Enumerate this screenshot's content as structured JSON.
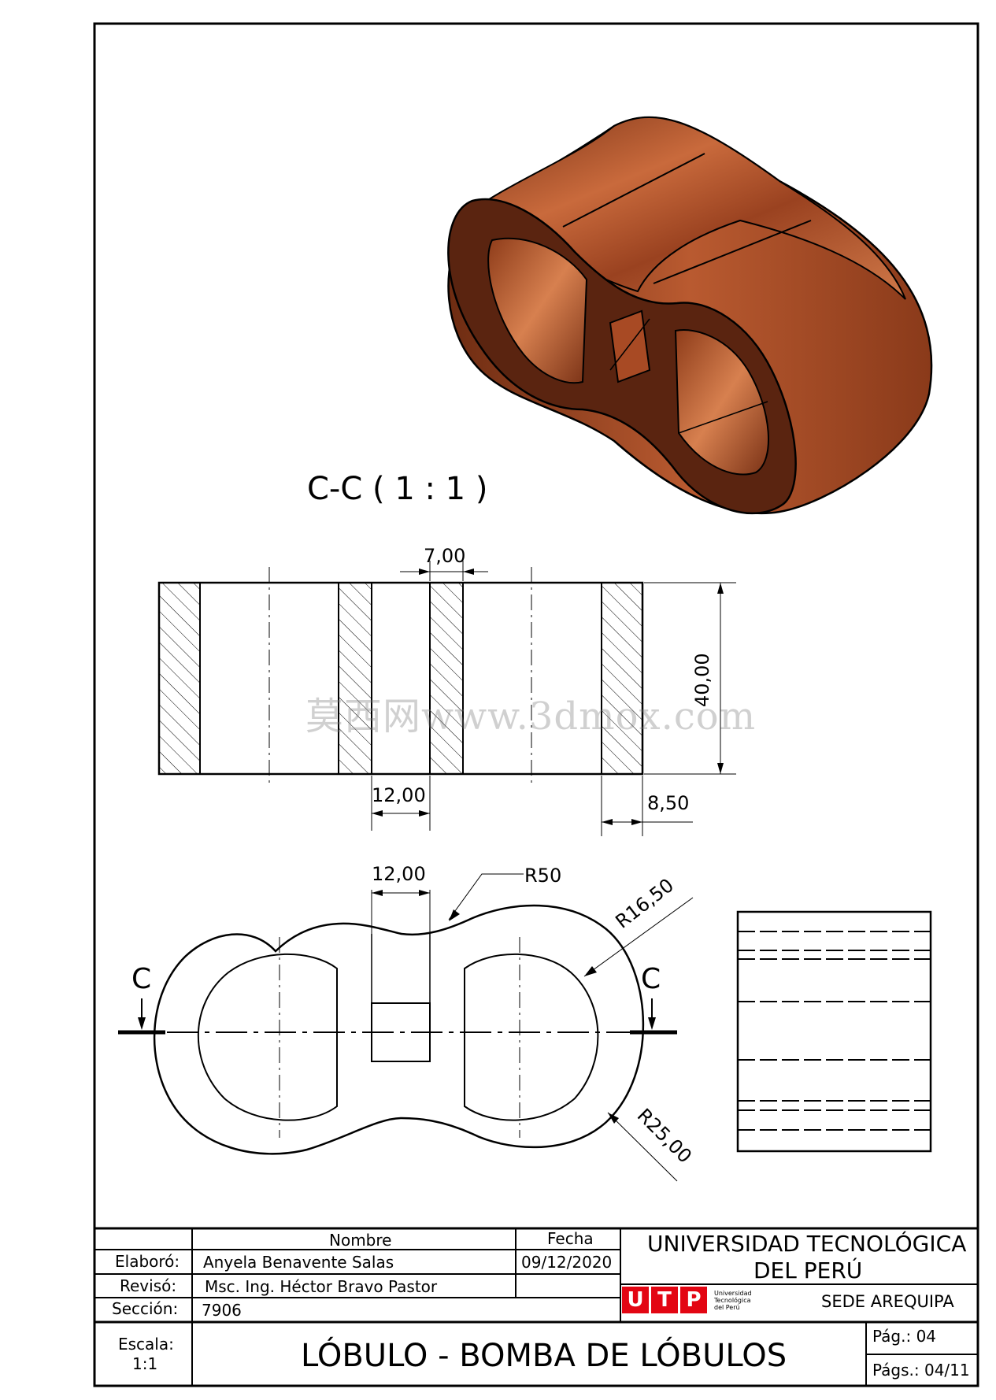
{
  "section_view": {
    "title": "C-C ( 1 : 1 )",
    "dims": {
      "d_7": "7,00",
      "d_40": "40,00",
      "d_12_top": "12,00",
      "d_8_50": "8,50"
    }
  },
  "front_view": {
    "dims": {
      "d_12": "12,00",
      "r_50": "R50",
      "r_16_50": "R16,50",
      "r_25": "R25,00"
    },
    "section_marks": {
      "left": "C",
      "right": "C"
    }
  },
  "watermark": "莫西网www.3dmox.com",
  "title_block": {
    "header_nombre": "Nombre",
    "header_fecha": "Fecha",
    "label_elaboro": "Elaboró:",
    "label_reviso": "Revisó:",
    "label_seccion": "Sección:",
    "elaboro_name": "Anyela Benavente Salas",
    "elaboro_date": "09/12/2020",
    "reviso_name": "Msc. Ing. Héctor Bravo Pastor",
    "seccion_value": "7906",
    "university_line1": "UNIVERSIDAD TECNOLÓGICA",
    "university_line2": "DEL PERÚ",
    "logo_letters": [
      "U",
      "T",
      "P"
    ],
    "logo_small_1": "Universidad",
    "logo_small_2": "Tecnológica",
    "logo_small_3": "del Perú",
    "sede": "SEDE AREQUIPA",
    "escala_label": "Escala:",
    "escala_value": "1:1",
    "drawing_title": "LÓBULO - BOMBA DE LÓBULOS",
    "pag": "Pág.: 04",
    "pags": "Págs.: 04/11"
  },
  "colors": {
    "copper_light": "#c8653a",
    "copper_mid": "#a84a24",
    "copper_dark": "#5a2410",
    "logo_red": "#e30613"
  }
}
